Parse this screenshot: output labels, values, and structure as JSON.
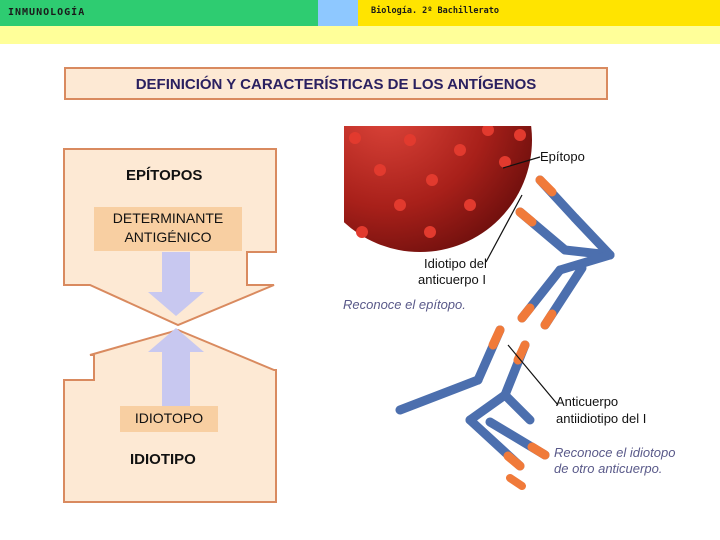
{
  "header": {
    "section": "INMUNOLOGÍA",
    "course": "Biología. 2º Bachillerato"
  },
  "slide": {
    "title": "DEFINICIÓN Y CARACTERÍSTICAS DE LOS ANTÍGENOS"
  },
  "diagram": {
    "epitopos": "EPÍTOPOS",
    "determinante_line1": "DETERMINANTE",
    "determinante_line2": "ANTIGÉNICO",
    "idiotopo": "IDIOTOPO",
    "idiotipo": "IDIOTIPO"
  },
  "illustration": {
    "epitopo_label": "Epítopo",
    "idiotipo_line1": "Idiotipo del",
    "idiotipo_line2": "anticuerpo I",
    "reconoce_epitopo": "Reconoce el epítopo.",
    "anticuerpo_line1": "Anticuerpo",
    "anticuerpo_line2": "antiidiotipo del I",
    "reconoce_idiotopo_line1": "Reconoce el idiotopo",
    "reconoce_idiotopo_line2": "de otro anticuerpo."
  },
  "colors": {
    "header_green": "#2ecc71",
    "header_yellow": "#ffe400",
    "shape_fill": "#fde9d4",
    "shape_border": "#d98a5f",
    "label_fill": "#f8cfa2",
    "arrow": "#c8c8f0",
    "virus": "#b3201c",
    "antibody_blue": "#4c6fae",
    "antibody_orange": "#f07a3a"
  }
}
